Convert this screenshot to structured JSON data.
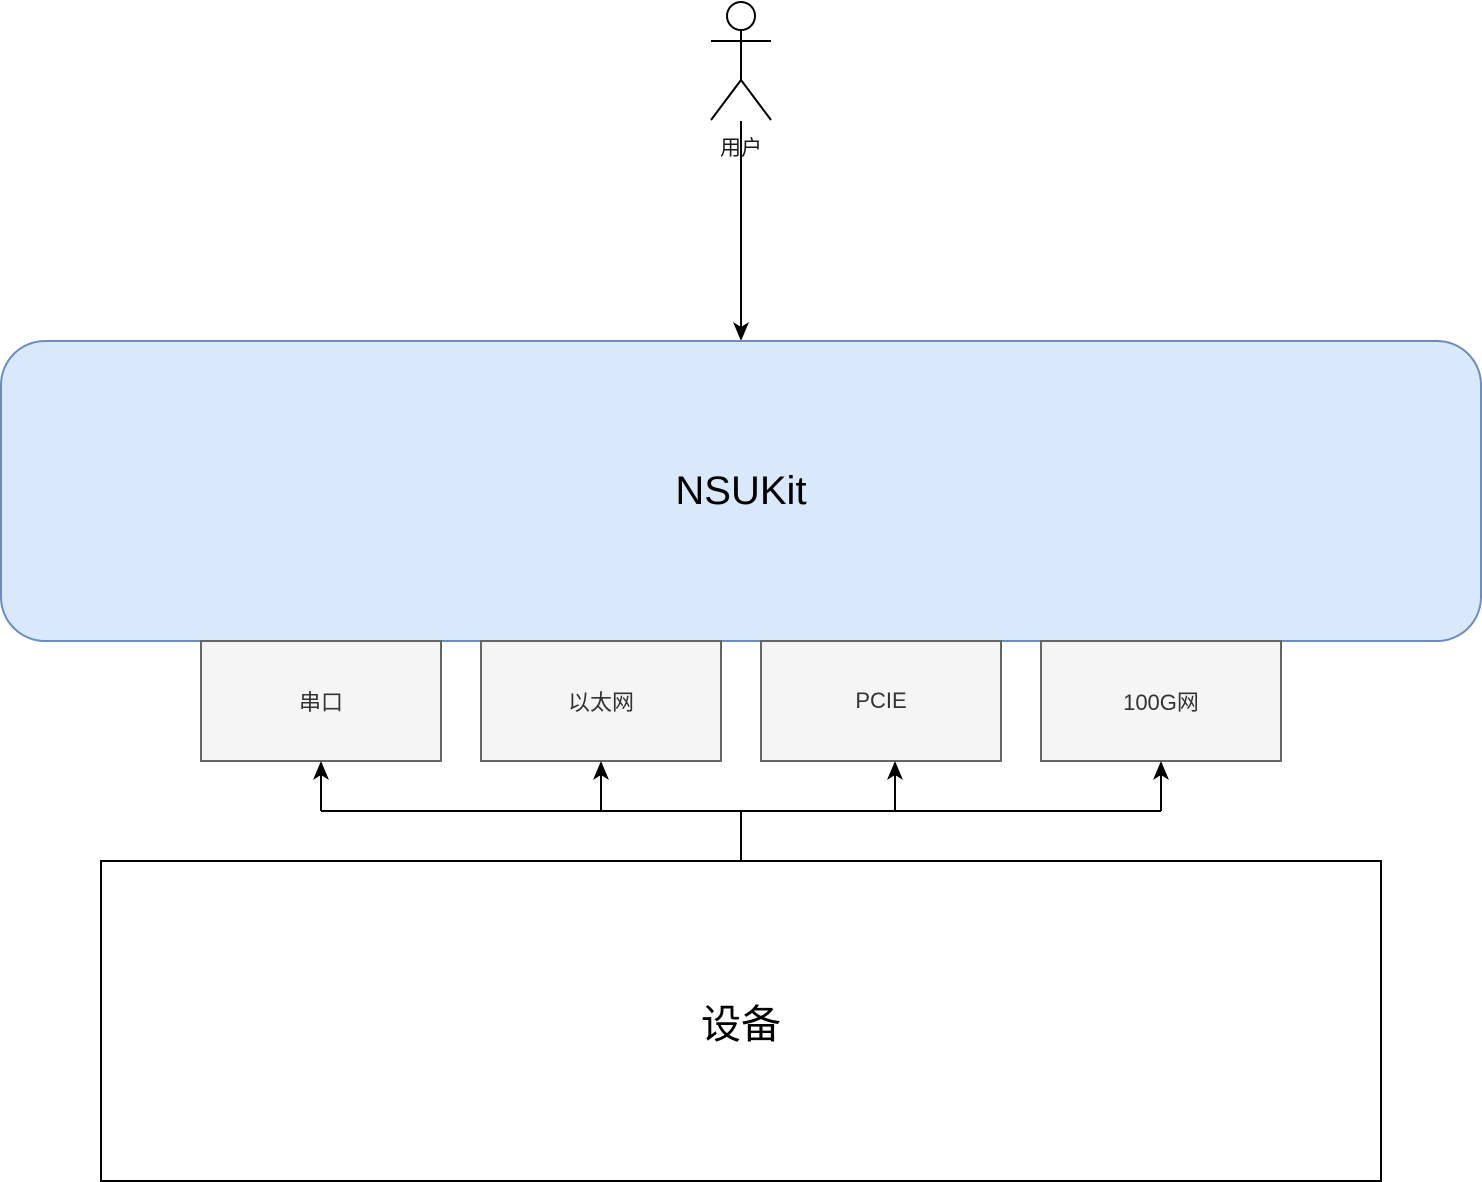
{
  "user": {
    "label": "用户"
  },
  "framework": {
    "label": "NSUKit"
  },
  "interfaces": [
    {
      "label": "串口"
    },
    {
      "label": "以太网"
    },
    {
      "label": "PCIE"
    },
    {
      "label": "100G网"
    }
  ],
  "device": {
    "label": "设备"
  },
  "colors": {
    "framework_fill": "#dae8fc",
    "framework_stroke": "#6c8ebf",
    "interface_fill": "#f5f5f5",
    "interface_stroke": "#666666",
    "line": "#000000"
  }
}
